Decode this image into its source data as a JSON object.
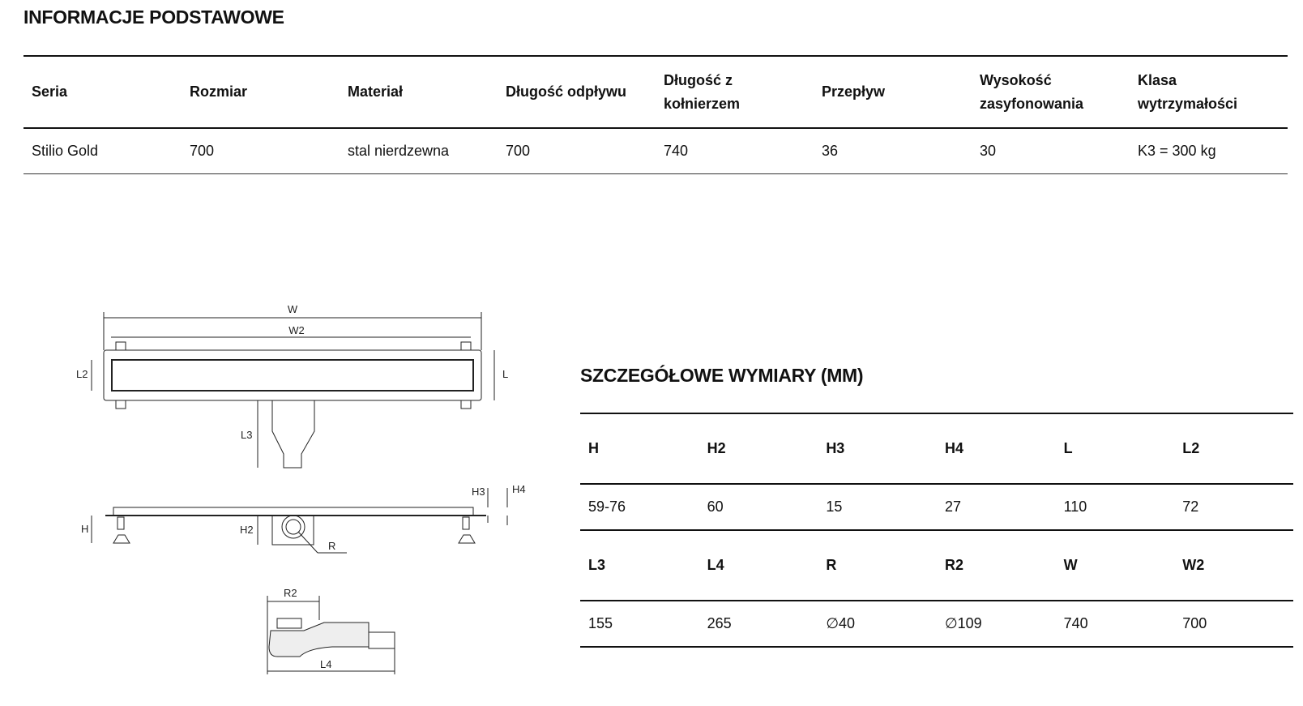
{
  "basic": {
    "title": "INFORMACJE PODSTAWOWE",
    "headers": [
      "Seria",
      "Rozmiar",
      "Materiał",
      "Długość odpływu",
      "Długość z kołnierzem",
      "Przepływ",
      "Wysokość zasyfonowania",
      "Klasa wytrzymałości"
    ],
    "values": [
      "Stilio Gold",
      "700",
      "stal nierdzewna",
      "700",
      "740",
      "36",
      "30",
      "K3 = 300 kg"
    ]
  },
  "details": {
    "title": "SZCZEGÓŁOWE WYMIARY (MM)",
    "rows": [
      {
        "headers": [
          "H",
          "H2",
          "H3",
          "H4",
          "L",
          "L2"
        ],
        "values": [
          "59-76",
          "60",
          "15",
          "27",
          "110",
          "72"
        ]
      },
      {
        "headers": [
          "L3",
          "L4",
          "R",
          "R2",
          "W",
          "W2"
        ],
        "values": [
          "155",
          "265",
          "∅40",
          "∅109",
          "740",
          "700"
        ]
      }
    ]
  },
  "drawing": {
    "labels": {
      "W": "W",
      "W2": "W2",
      "L": "L",
      "L2": "L2",
      "L3": "L3",
      "H": "H",
      "H2": "H2",
      "H3": "H3",
      "H4": "H4",
      "R": "R",
      "R2": "R2",
      "L4": "L4"
    }
  }
}
